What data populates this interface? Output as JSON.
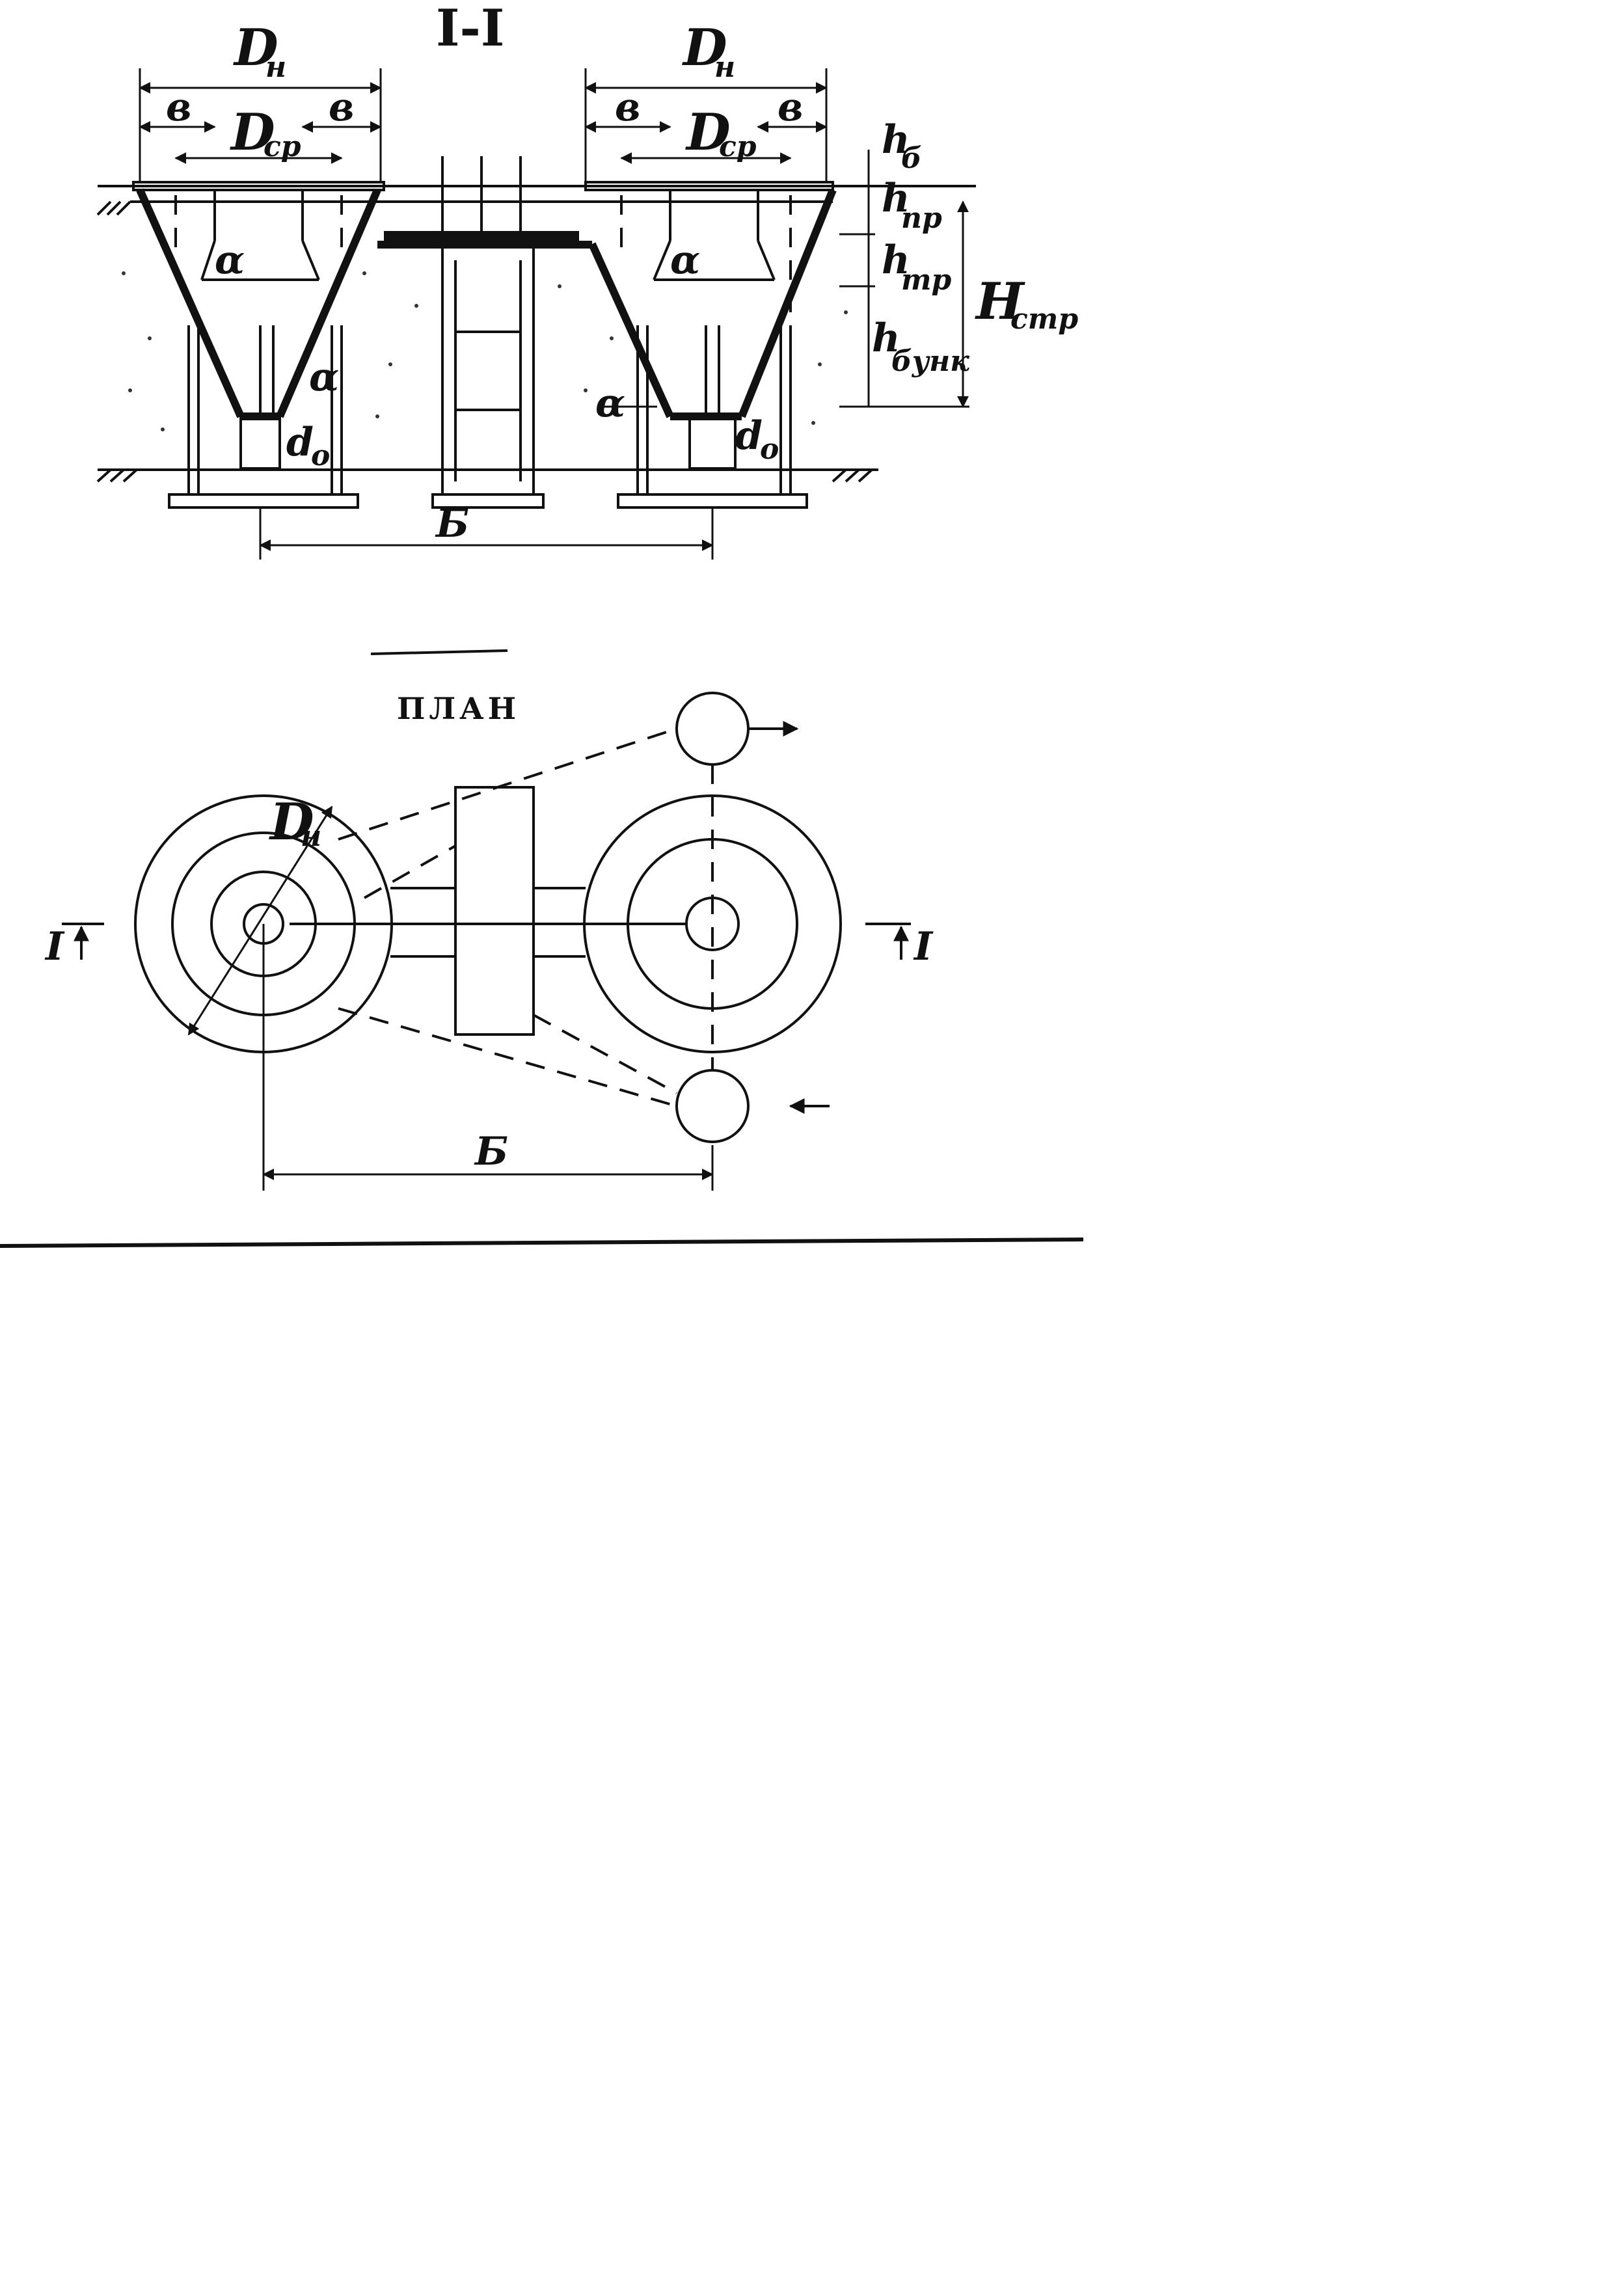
{
  "section": {
    "title": "I-I",
    "labels": {
      "d_outer": "D",
      "d_outer_sub": "н",
      "d_middle": "D",
      "d_middle_sub": "ср",
      "b": "в",
      "alpha": "α",
      "d0": "d",
      "d0_sub": "о",
      "h_b": "h",
      "h_b_sub": "б",
      "h_pr": "h",
      "h_pr_sub": "пр",
      "h_tr": "h",
      "h_tr_sub": "тр",
      "h_bunk": "h",
      "h_bunk_sub": "бунк",
      "h_str": "Н",
      "h_str_sub": "стр",
      "spacing": "Б"
    }
  },
  "plan": {
    "title": "ПЛАН",
    "section_mark_left": "I",
    "section_mark_right": "I",
    "d_outer": "D",
    "d_outer_sub": "н",
    "spacing": "Б"
  }
}
